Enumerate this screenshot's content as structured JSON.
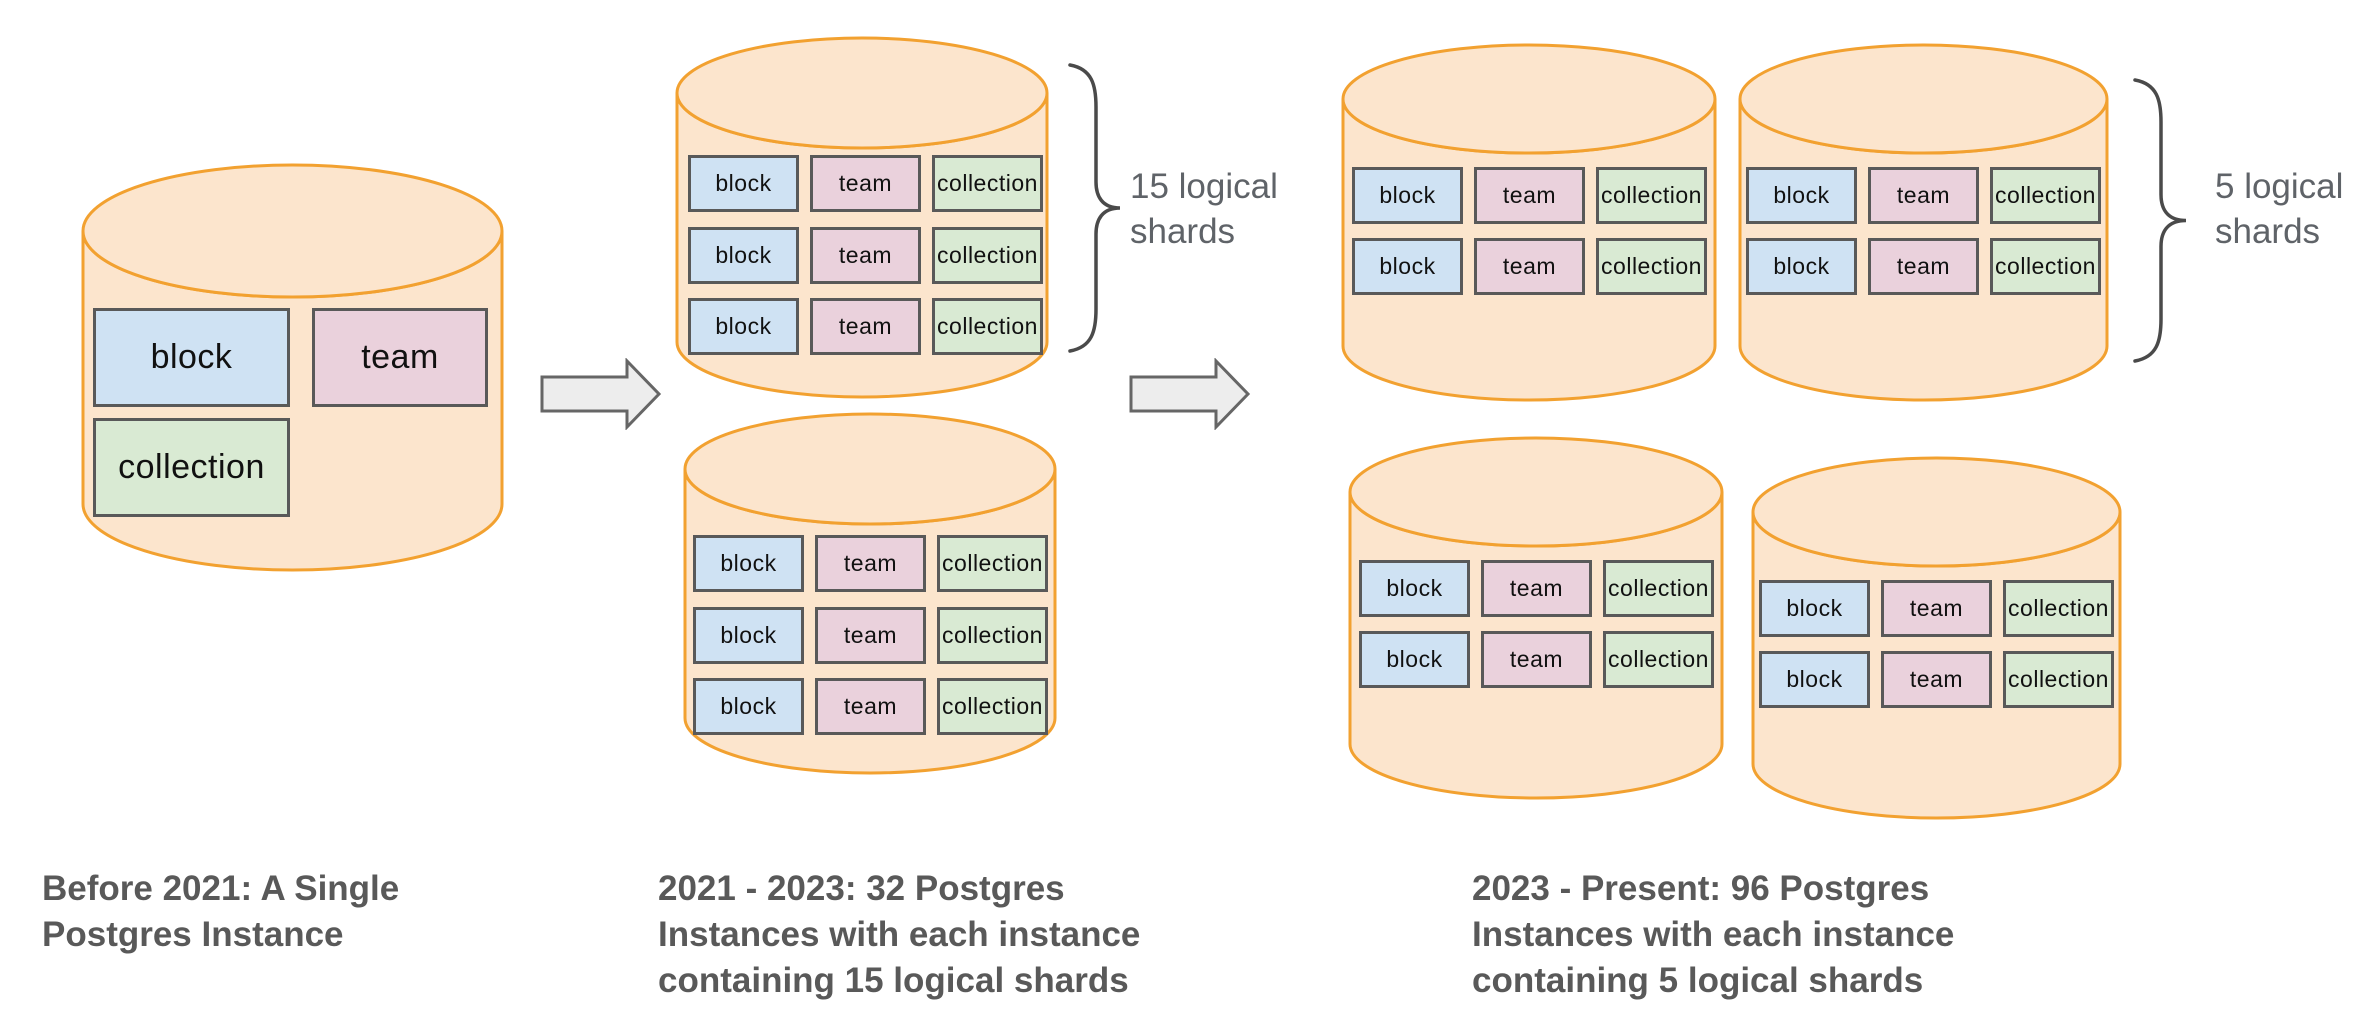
{
  "colors": {
    "background": "#ffffff",
    "cylinder_fill": "#fce5cd",
    "cylinder_stroke": "#f2a130",
    "table_border": "#595959",
    "table_text": "#111111",
    "arrow_fill": "#ededed",
    "arrow_stroke": "#666666",
    "brace_color": "#4a4a4a",
    "shard_label_color": "#5f6368",
    "caption_color": "#595959"
  },
  "table_fills": {
    "block": "#cfe2f3",
    "team": "#ead1dc",
    "collection": "#d9ead3"
  },
  "stages": [
    {
      "name": "before-2021",
      "caption": "Before 2021: A Single\nPostgres Instance",
      "cylinders": [
        {
          "id": "single-postgres-instance",
          "rows": [
            [
              "block",
              "team"
            ],
            [
              "collection"
            ]
          ]
        }
      ]
    },
    {
      "name": "2021-2023",
      "caption": "2021 - 2023: 32 Postgres\nInstances with each instance\ncontaining 15 logical shards",
      "shard_label": "15 logical\nshards",
      "cylinders": [
        {
          "id": "instance-15-shards-top",
          "rows": [
            [
              "block",
              "team",
              "collection"
            ],
            [
              "block",
              "team",
              "collection"
            ],
            [
              "block",
              "team",
              "collection"
            ]
          ]
        },
        {
          "id": "instance-15-shards-bottom",
          "rows": [
            [
              "block",
              "team",
              "collection"
            ],
            [
              "block",
              "team",
              "collection"
            ],
            [
              "block",
              "team",
              "collection"
            ]
          ]
        }
      ]
    },
    {
      "name": "2023-present",
      "caption": "2023 - Present: 96 Postgres\nInstances with each instance\ncontaining 5 logical shards",
      "shard_label": "5 logical\nshards",
      "cylinders": [
        {
          "id": "instance-5-shards-top-left",
          "rows": [
            [
              "block",
              "team",
              "collection"
            ],
            [
              "block",
              "team",
              "collection"
            ]
          ]
        },
        {
          "id": "instance-5-shards-top-right",
          "rows": [
            [
              "block",
              "team",
              "collection"
            ],
            [
              "block",
              "team",
              "collection"
            ]
          ]
        },
        {
          "id": "instance-5-shards-bottom-left",
          "rows": [
            [
              "block",
              "team",
              "collection"
            ],
            [
              "block",
              "team",
              "collection"
            ]
          ]
        },
        {
          "id": "instance-5-shards-bottom-right",
          "rows": [
            [
              "block",
              "team",
              "collection"
            ],
            [
              "block",
              "team",
              "collection"
            ]
          ]
        }
      ]
    }
  ]
}
